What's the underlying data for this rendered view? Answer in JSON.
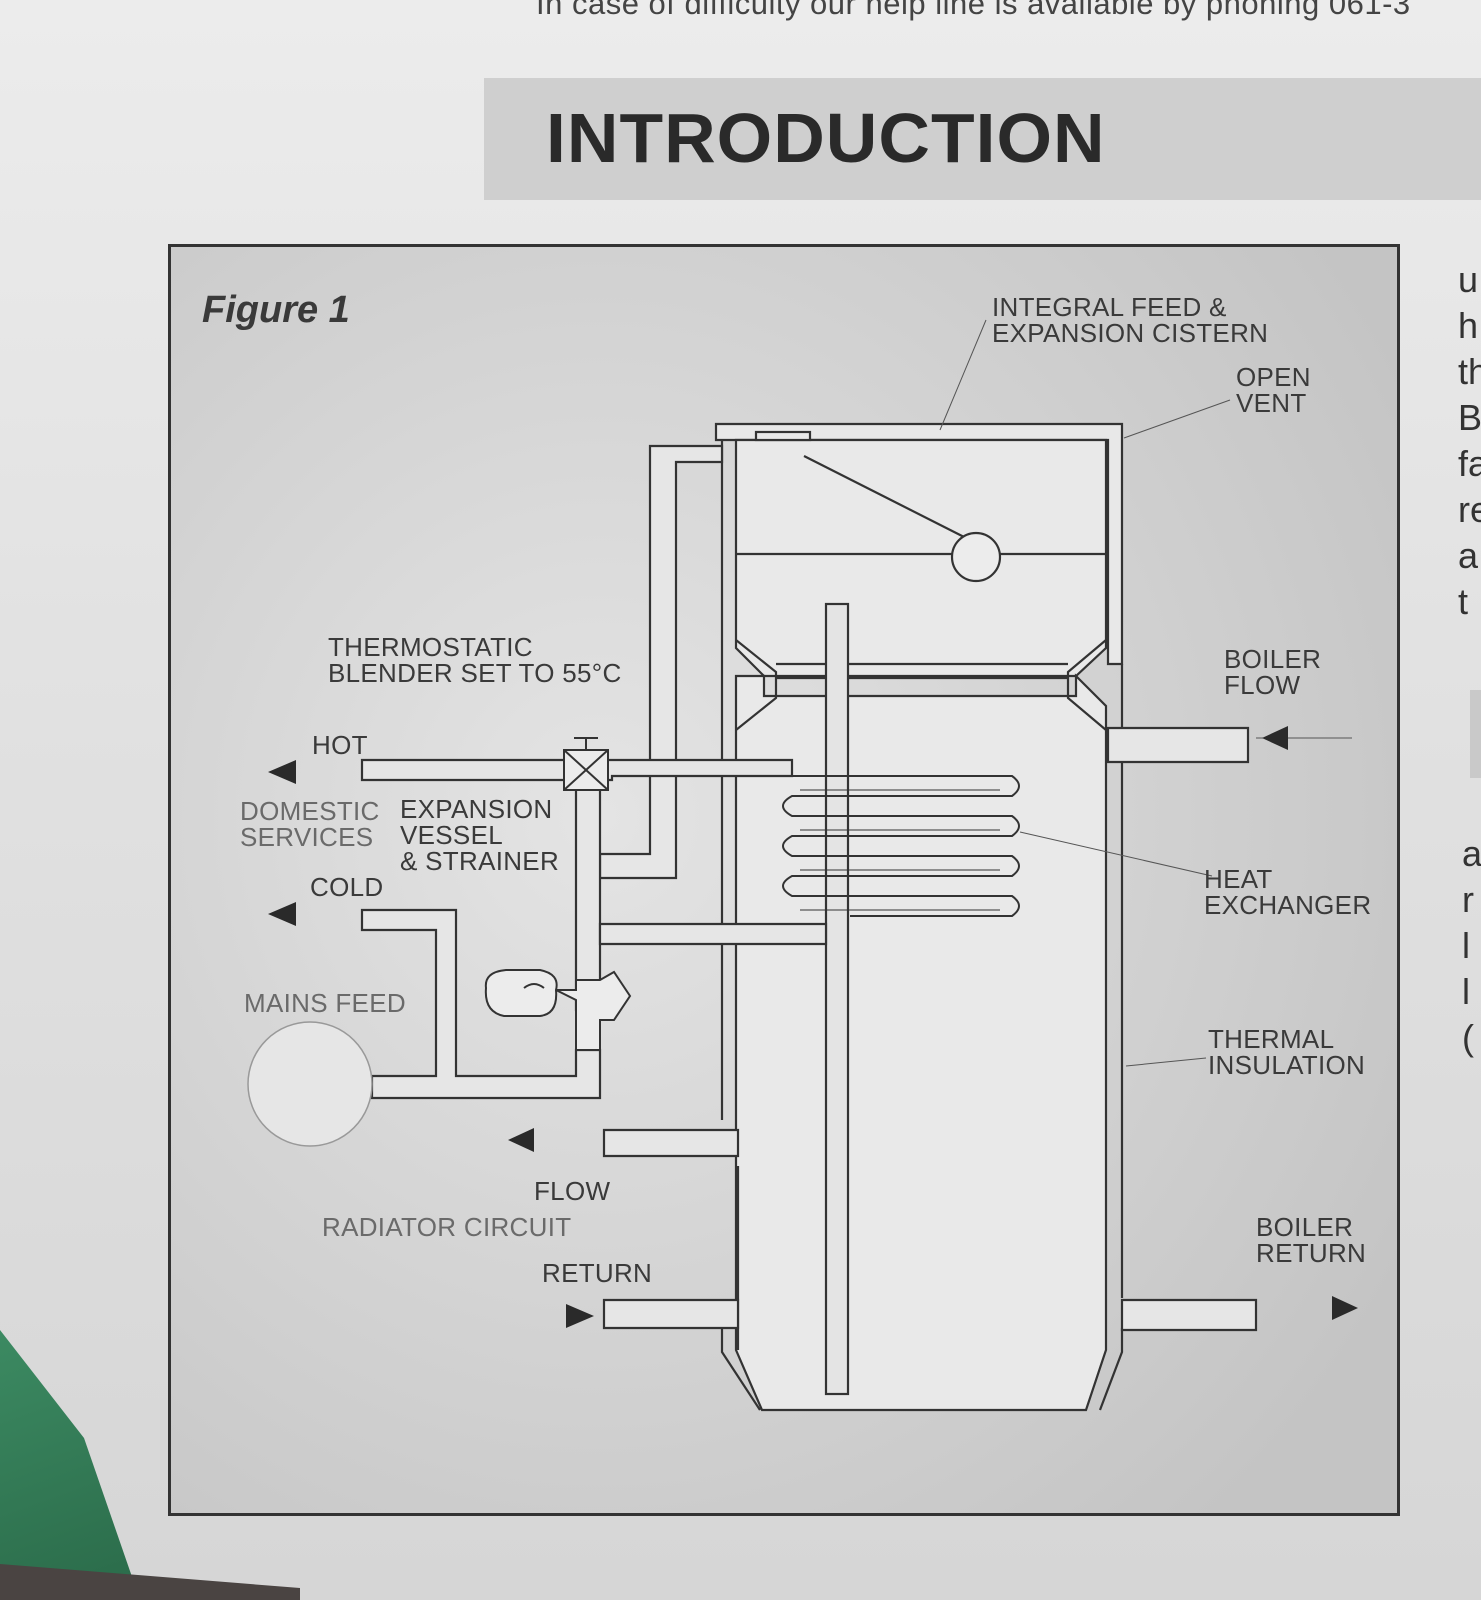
{
  "header": {
    "helpline_text": "In case of difficulty our help line is available by phoning 061-3",
    "title": "INTRODUCTION"
  },
  "figure": {
    "title": "Figure 1",
    "labels": {
      "cistern_line1": "INTEGRAL FEED &",
      "cistern_line2": "EXPANSION CISTERN",
      "open_vent_line1": "OPEN",
      "open_vent_line2": "VENT",
      "blender_line1": "THERMOSTATIC",
      "blender_line2": "BLENDER SET TO 55°C",
      "hot": "HOT",
      "domestic_line1": "DOMESTIC",
      "domestic_line2": "SERVICES",
      "expansion_line1": "EXPANSION",
      "expansion_line2": "VESSEL",
      "expansion_line3": "& STRAINER",
      "cold": "COLD",
      "mains_feed": "MAINS FEED",
      "boiler_flow_line1": "BOILER",
      "boiler_flow_line2": "FLOW",
      "heat_exchanger_line1": "HEAT",
      "heat_exchanger_line2": "EXCHANGER",
      "thermal_line1": "THERMAL",
      "thermal_line2": "INSULATION",
      "flow": "FLOW",
      "radiator_circuit": "RADIATOR CIRCUIT",
      "return": "RETURN",
      "boiler_return_line1": "BOILER",
      "boiler_return_line2": "RETURN"
    }
  },
  "side_text": {
    "fragments_top": [
      "u",
      "h",
      "th",
      "B",
      "fa",
      "re",
      "a",
      "t"
    ],
    "fragments_bottom": [
      "a",
      "r",
      "l",
      "l",
      "("
    ]
  }
}
